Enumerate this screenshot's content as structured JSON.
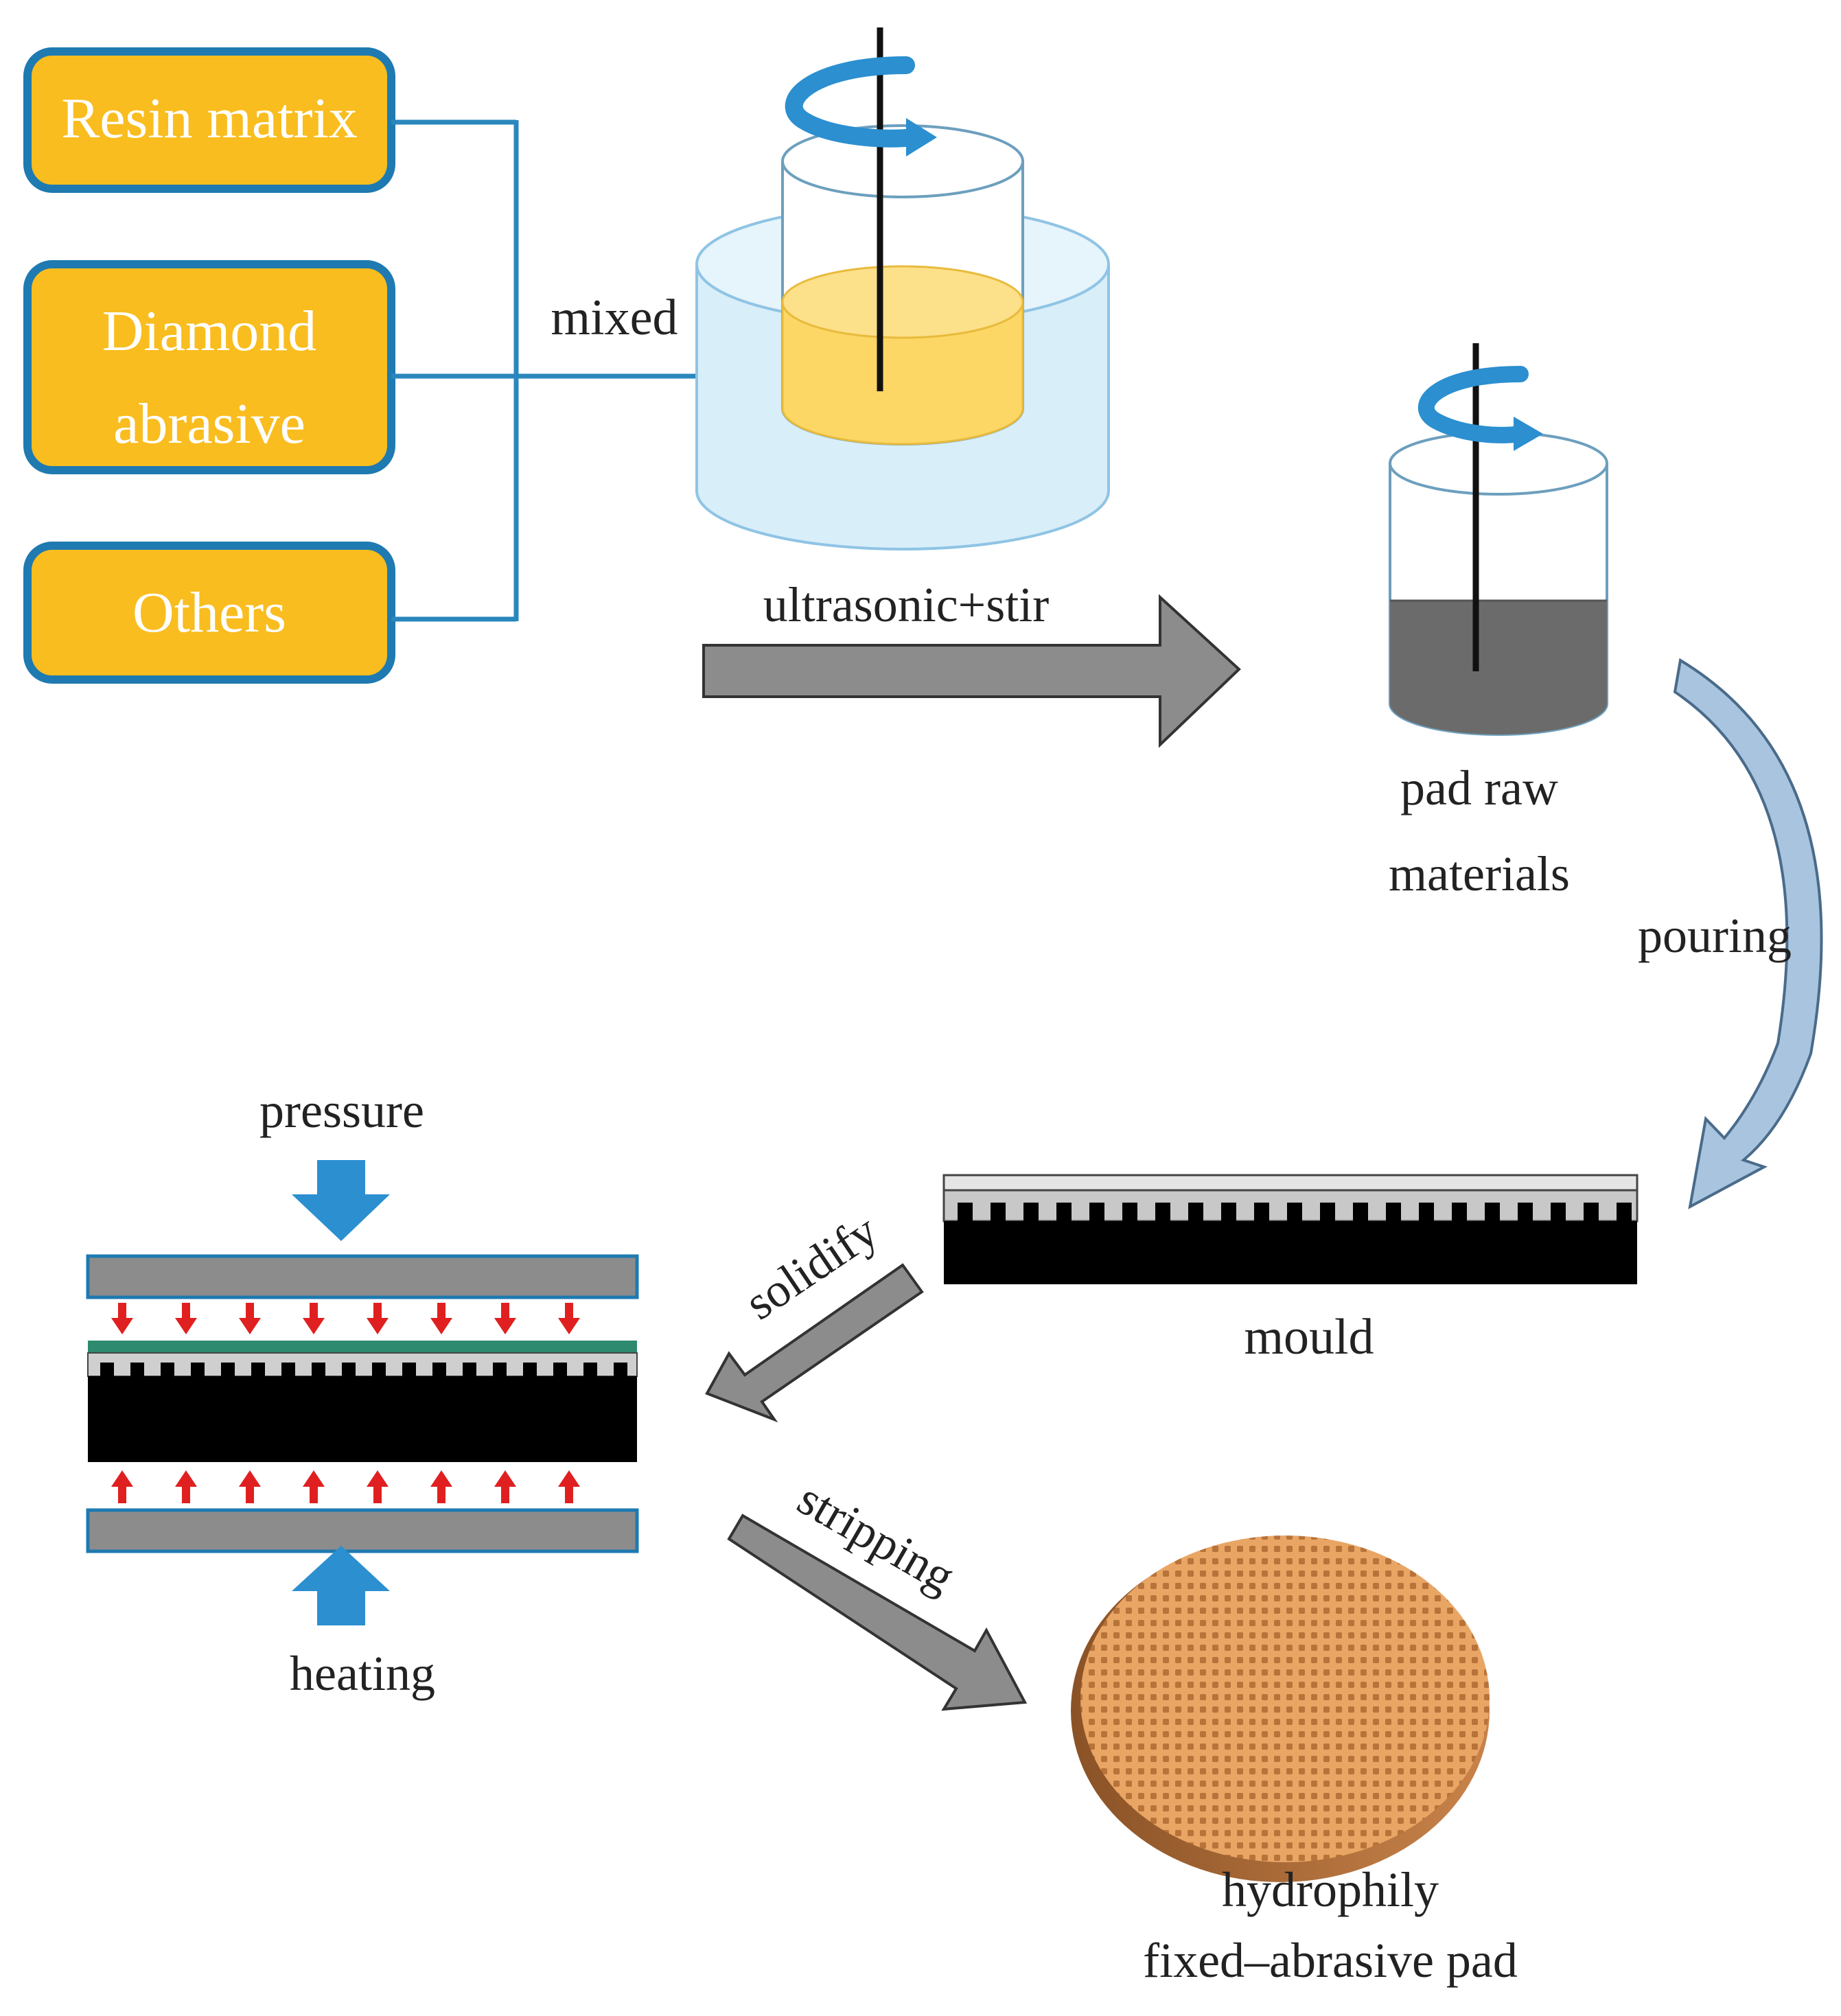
{
  "colors": {
    "box_fill": "#f9bd1f",
    "box_border": "#1e7ab0",
    "connector": "#2a87bd",
    "arrow_gray": "#8c8c8c",
    "bath_water": "#d8eef9",
    "resin_yellow": "#fcd765",
    "gray_mix": "#6b6b6b",
    "pad_orange": "#e9a564",
    "accent_blue": "#2b8fd0",
    "red_arrow": "#e02020",
    "green_layer": "#2e8a6f"
  },
  "inputs": {
    "resin": "Resin matrix",
    "diamond_line1": "Diamond",
    "diamond_line2": "abrasive",
    "others": "Others"
  },
  "steps": {
    "mixed": "mixed",
    "ultrasonic": "ultrasonic+stir",
    "pouring": "pouring",
    "solidify": "solidify",
    "stripping": "stripping"
  },
  "labels": {
    "raw_line1": "pad raw",
    "raw_line2": "materials",
    "mould": "mould",
    "pressure": "pressure",
    "heating": "heating",
    "product_line1": "hydrophily",
    "product_line2": "fixed–abrasive pad"
  },
  "icons": {
    "stir_rotation": "rotation-arrow-icon",
    "press_down": "down-arrow-icon",
    "press_up": "up-arrow-icon"
  }
}
